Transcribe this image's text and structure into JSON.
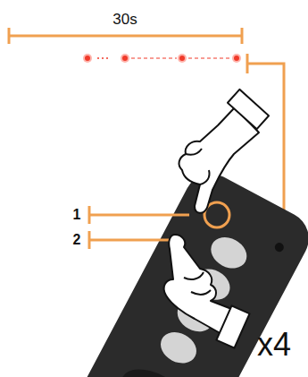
{
  "diagram": {
    "labels": [
      "30s",
      "1",
      "2",
      "x4"
    ]
  }
}
